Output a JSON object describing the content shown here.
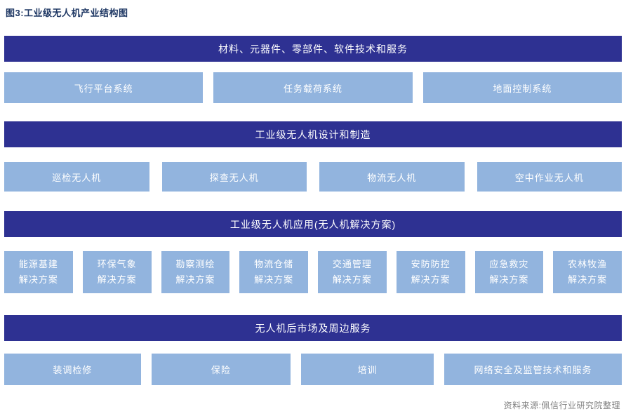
{
  "page": {
    "title": "图3:工业级无人机产业结构图",
    "source": "资料来源:佩信行业研究院整理"
  },
  "colors": {
    "banner": "#2E3192",
    "box": "#92B4DE",
    "title": "#1F3864",
    "source": "#808080"
  },
  "sections": [
    {
      "banner": "材料、元器件、零部件、软件技术和服务",
      "items": [
        "飞行平台系统",
        "任务载荷系统",
        "地面控制系统"
      ]
    },
    {
      "banner": "工业级无人机设计和制造",
      "items": [
        "巡检无人机",
        "探查无人机",
        "物流无人机",
        "空中作业无人机"
      ]
    },
    {
      "banner": "工业级无人机应用(无人机解决方案)",
      "items": [
        "能源基建\n解决方案",
        "环保气象\n解决方案",
        "勘察测绘\n解决方案",
        "物流仓储\n解决方案",
        "交通管理\n解决方案",
        "安防防控\n解决方案",
        "应急救灾\n解决方案",
        "农林牧渔\n解决方案"
      ]
    },
    {
      "banner": "无人机后市场及周边服务",
      "items": [
        "装调检修",
        "保险",
        "培训",
        "网络安全及监管技术和服务"
      ]
    }
  ]
}
